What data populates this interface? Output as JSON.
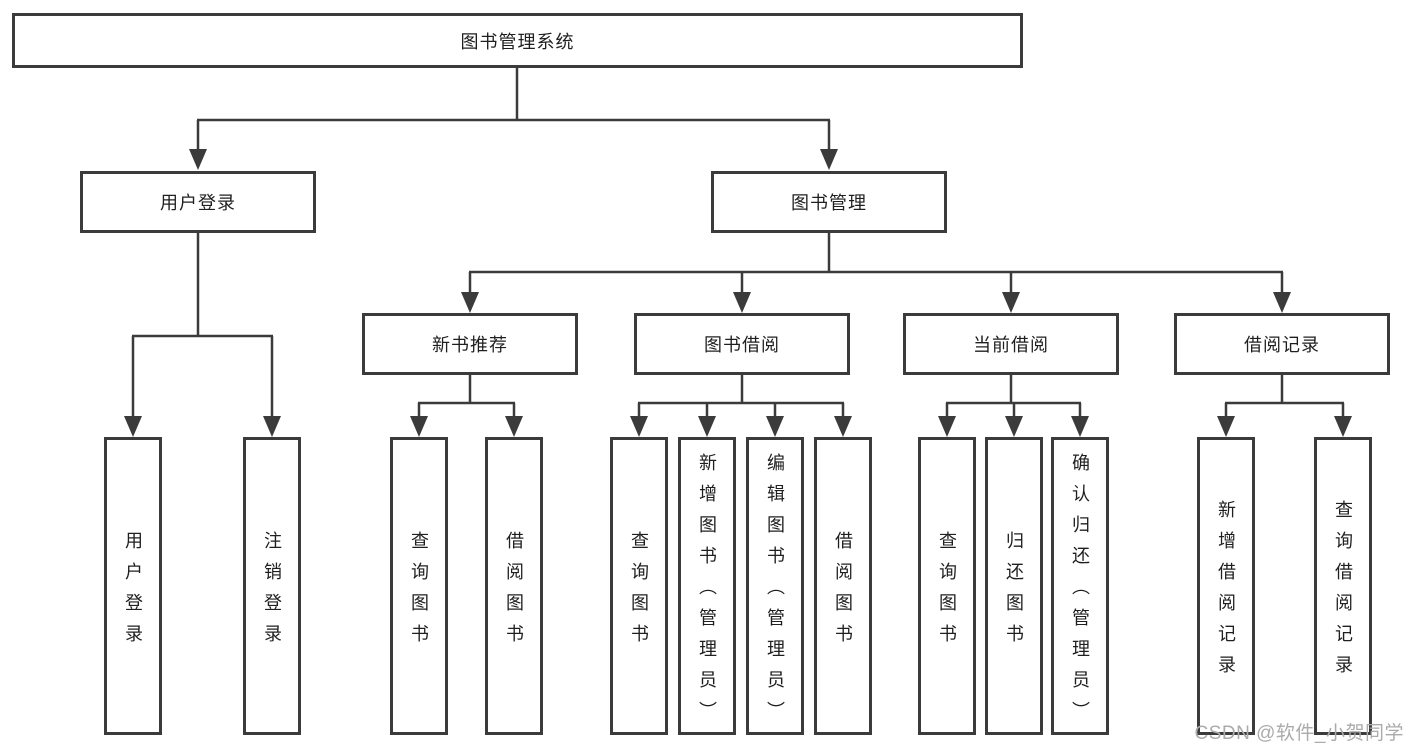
{
  "title": "图书管理系统",
  "tree": {
    "root": {
      "label": "图书管理系统",
      "children": [
        {
          "label": "用户登录",
          "children": [
            {
              "label": "用户登录"
            },
            {
              "label": "注销登录"
            }
          ]
        },
        {
          "label": "图书管理",
          "children": [
            {
              "label": "新书推荐",
              "children": [
                {
                  "label": "查询图书"
                },
                {
                  "label": "借阅图书"
                }
              ]
            },
            {
              "label": "图书借阅",
              "children": [
                {
                  "label": "查询图书"
                },
                {
                  "label": "新增图书（管理员）"
                },
                {
                  "label": "编辑图书（管理员）"
                },
                {
                  "label": "借阅图书"
                }
              ]
            },
            {
              "label": "当前借阅",
              "children": [
                {
                  "label": "查询图书"
                },
                {
                  "label": "归还图书"
                },
                {
                  "label": "确认归还（管理员）"
                }
              ]
            },
            {
              "label": "借阅记录",
              "children": [
                {
                  "label": "新增借阅记录"
                },
                {
                  "label": "查询借阅记录"
                }
              ]
            }
          ]
        }
      ]
    }
  },
  "watermark": {
    "text": "CSDN @软件_小贺同学"
  },
  "colors": {
    "line": "#3b3b3b",
    "box_border": "#3b3b3b",
    "text": "#1f1f1f",
    "background": "#ffffff",
    "watermark_text": "#ababab"
  }
}
